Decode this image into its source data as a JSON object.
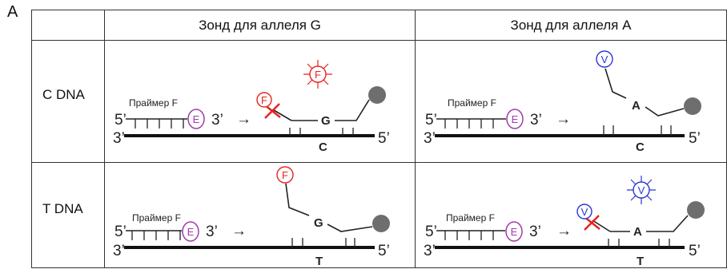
{
  "panel_label": "A",
  "headers": {
    "col_g": "Зонд для аллеля G",
    "col_a": "Зонд для аллеля A"
  },
  "rows": {
    "c_dna": "C DNA",
    "t_dna": "T DNA"
  },
  "diagram": {
    "primer_label": "Праймер F",
    "five_prime": "5’",
    "three_prime": "3’",
    "arrow": "→",
    "enzyme_label": "E",
    "fluor_f": "F",
    "fluor_v": "V",
    "allele_g": "G",
    "allele_a": "A",
    "template_c": "C",
    "template_t": "T"
  },
  "colors": {
    "red": "#e8231f",
    "blue": "#2b36d6",
    "purple": "#a23ca8",
    "quencher": "#6e6e6e"
  }
}
